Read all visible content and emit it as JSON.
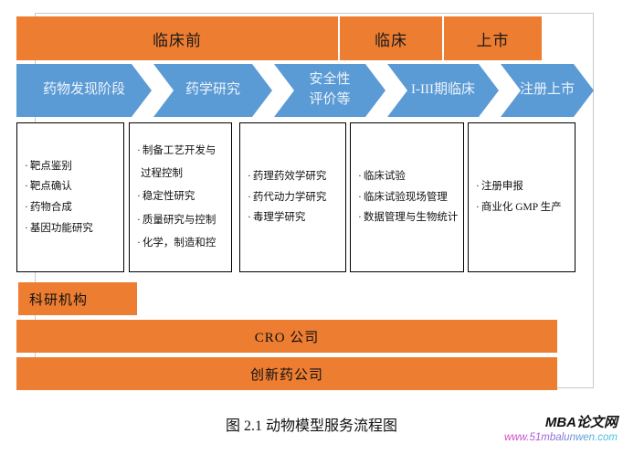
{
  "figure": {
    "caption": "图 2.1 动物模型服务流程图",
    "colors": {
      "orange": "#ED7D31",
      "blue": "#5B9BD5",
      "box_border": "#000000",
      "frame": "#c9c9c9"
    },
    "phases": [
      {
        "label": "临床前"
      },
      {
        "label": "临床"
      },
      {
        "label": "上市"
      }
    ],
    "stages": [
      {
        "label": "药物发现阶段"
      },
      {
        "label": "药学研究"
      },
      {
        "label": "安全性\n评价等"
      },
      {
        "label": "I-III期临床"
      },
      {
        "label": "注册上市"
      }
    ],
    "detail_boxes": [
      {
        "items": [
          "靶点鉴别",
          "靶点确认",
          "药物合成",
          "基因功能研究"
        ]
      },
      {
        "items": [
          "制备工艺开发与",
          "过程控制",
          "稳定性研究",
          "质量研究与控制",
          "化学，制造和控"
        ]
      },
      {
        "items": [
          "药理药效学研究",
          "药代动力学研究",
          "毒理学研究"
        ]
      },
      {
        "items": [
          "临床试验",
          "临床试验现场管理",
          "数据管理与生物统计"
        ]
      },
      {
        "items": [
          "注册申报",
          "商业化 GMP 生产"
        ]
      }
    ],
    "actors": [
      {
        "label": "科研机构"
      },
      {
        "label": "CRO 公司"
      },
      {
        "label": "创新药公司"
      }
    ]
  },
  "watermark": {
    "title": "MBA论文网",
    "url": "www.51mbalunwen.com"
  }
}
